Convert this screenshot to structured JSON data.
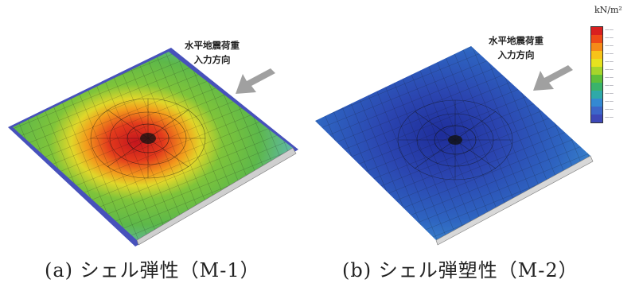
{
  "captions": {
    "left": "(a) シェル弾性（M-1）",
    "right": "(b) シェル弾塑性（M-2）"
  },
  "annotations": {
    "left_line1": "水平地震荷重",
    "left_line2": "入力方向",
    "right_line1": "水平地震荷重",
    "right_line2": "入力方向"
  },
  "legend": {
    "unit": "kN/m²",
    "colors": [
      "#d9201f",
      "#ee4a17",
      "#f58a18",
      "#f7c319",
      "#e6e21f",
      "#a6d52b",
      "#5ebf3a",
      "#3ab36b",
      "#2fa9a8",
      "#3489d2",
      "#3c66c9",
      "#3d48b7"
    ]
  },
  "arrows": {
    "color": "#a0a0a0"
  }
}
